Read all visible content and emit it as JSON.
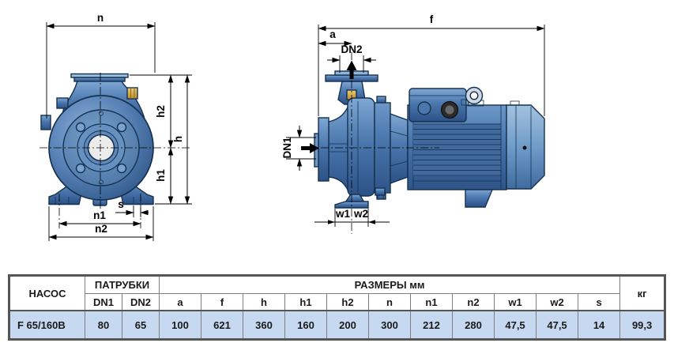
{
  "drawing": {
    "front_view": {
      "labels": {
        "n": "n",
        "h2": "h2",
        "h": "h",
        "h1": "h1",
        "s": "s",
        "n1": "n1",
        "n2": "n2"
      }
    },
    "side_view": {
      "labels": {
        "f": "f",
        "a": "a",
        "dn2": "DN2",
        "dn1": "DN1",
        "w1": "w1",
        "w2": "w2"
      }
    },
    "colors": {
      "pump_body_blue": "#4a77ad",
      "outline_navy": "#16314f",
      "brass_plug": "#d9a441",
      "bore_white": "#ececec"
    }
  },
  "table": {
    "header": {
      "pump": "НАСОС",
      "ports": "ПАТРУБКИ",
      "dimensions": "РАЗМЕРЫ мм",
      "weight": "кг",
      "port_cols": [
        "DN1",
        "DN2"
      ],
      "dim_cols": [
        "a",
        "f",
        "h",
        "h1",
        "h2",
        "n",
        "n1",
        "n2",
        "w1",
        "w2",
        "s"
      ]
    },
    "row": {
      "model": "F 65/160B",
      "dn1": "80",
      "dn2": "65",
      "dims": [
        "100",
        "621",
        "360",
        "160",
        "200",
        "300",
        "212",
        "280",
        "47,5",
        "47,5",
        "14"
      ],
      "weight": "99,3"
    },
    "colors": {
      "row_highlight": "#c6d9f1",
      "border_dark": "#555555",
      "border_light": "#7f7f7f"
    }
  }
}
